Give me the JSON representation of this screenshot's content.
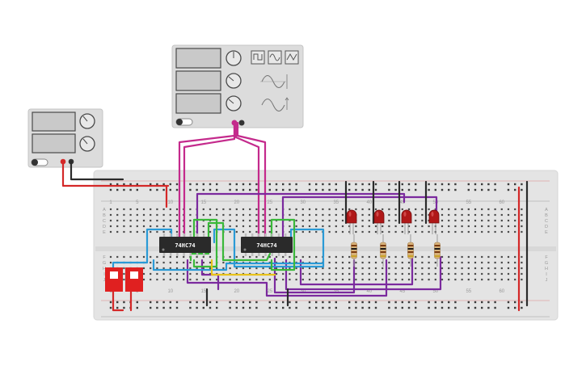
{
  "chips": [
    {
      "label": "74HC74"
    },
    {
      "label": "74HC74"
    }
  ],
  "column_numbers": [
    "1",
    "5",
    "10",
    "15",
    "20",
    "25",
    "30",
    "35",
    "40",
    "45",
    "50",
    "55",
    "60"
  ],
  "row_letters_top": [
    "A",
    "B",
    "C",
    "D",
    "E"
  ],
  "row_letters_bottom": [
    "F",
    "G",
    "H",
    "I",
    "J"
  ],
  "function_generator": {
    "waveform_icons": [
      "square-wave",
      "sine-wave",
      "triangle-wave"
    ],
    "knob_count": 3
  },
  "power_supply": {
    "knob_count": 2
  },
  "leds": {
    "count": 4,
    "color": "#b01818"
  },
  "resistors": {
    "count": 4
  },
  "switches": {
    "count": 2,
    "color": "#e02020"
  },
  "colors": {
    "breadboard": "#e4e4e4",
    "wire_red": "#d42828",
    "wire_black": "#2b2b2b",
    "wire_magenta": "#c42a8c",
    "wire_purple": "#7b2a9e",
    "wire_blue": "#2a9ad6",
    "wire_green": "#3ab83a",
    "wire_yellow": "#e8c21a",
    "chip": "#2a2a2a"
  }
}
